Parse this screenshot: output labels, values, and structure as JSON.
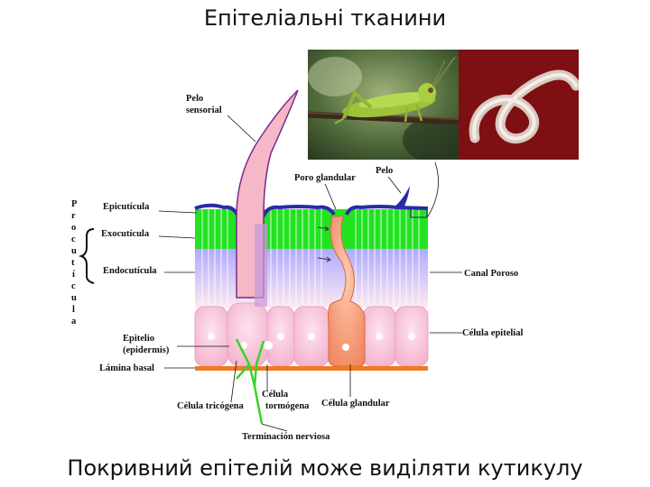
{
  "title": "Епітеліальні тканини",
  "caption": "Покривний епітелій може виділяти кутикулу",
  "diagram": {
    "labels": {
      "pelo_sensorial_1": "Pelo",
      "pelo_sensorial_2": "sensorial",
      "poro_glandular": "Poro glandular",
      "pelo": "Pelo",
      "epicuticula": "Epicutícula",
      "exocuticula": "Exocutícula",
      "endocuticula": "Endocutícula",
      "canal_poroso": "Canal Poroso",
      "celula_epitelial": "Célula epitelial",
      "epitelio_1": "Epitelio",
      "epitelio_2": "(epidermis)",
      "lamina_basal": "Lámina basal",
      "celula_tricogena": "Célula tricógena",
      "celula_tormogena_1": "Célula",
      "celula_tormogena_2": "tormógena",
      "celula_glandular": "Célula glandular",
      "terminacion_nerviosa": "Terminación nerviosa"
    },
    "procuticula_letters": [
      "P",
      "r",
      "o",
      "c",
      "u",
      "t",
      "í",
      "c",
      "u",
      "l",
      "a"
    ],
    "colors": {
      "epicuticle": "#2a2aa8",
      "exocuticle": "#22e322",
      "endocuticle_top": "#b9b7ff",
      "endocuticle_bottom": "#fde6ef",
      "cells": "#f9c9dc",
      "gland_cell": "#f7a17e",
      "hair": "#f6b7c7",
      "basal_lamina": "#f07a24",
      "nerve": "#39d32a"
    }
  },
  "photos": {
    "grasshopper": "grasshopper-photo",
    "nematode": "nematode-photo"
  }
}
